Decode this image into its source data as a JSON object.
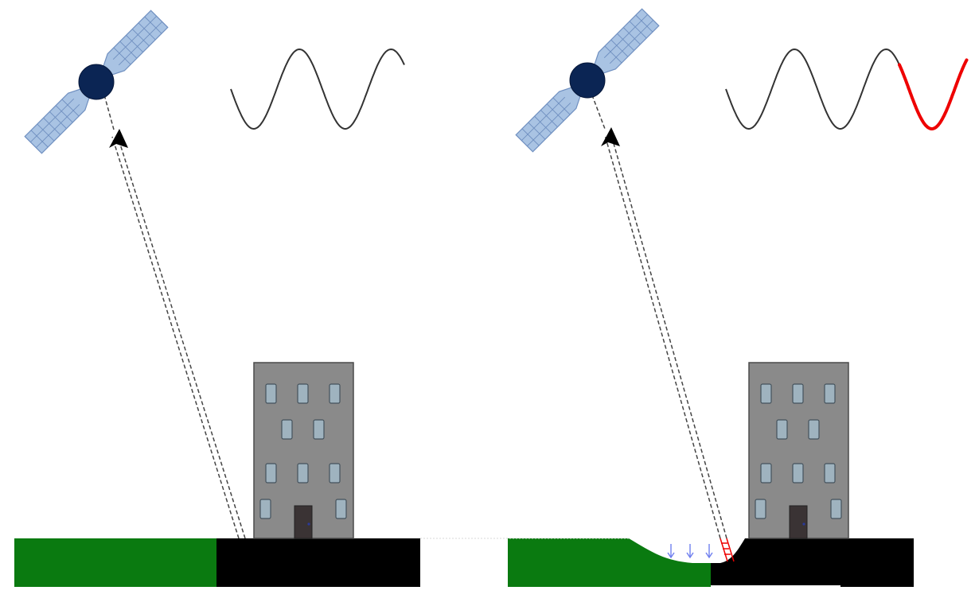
{
  "panels": [
    {
      "id": "before",
      "ground_subsided": false,
      "wave_cycles": 2,
      "wave_phase_shift_cycles": 0
    },
    {
      "id": "after",
      "ground_subsided": true,
      "wave_cycles": 2,
      "wave_phase_shift_cycles": 0.5
    }
  ],
  "colors": {
    "background": "#ffffff",
    "vegetation_ground": "#0a7a10",
    "urban_ground": "#000000",
    "building": "#8a8a8a",
    "building_outline": "#4a4a4a",
    "window": "#9fb3bf",
    "door": "#3a3334",
    "satellite_body": "#0b2554",
    "solar_panel": "#a9c3e3",
    "solar_grid": "#6f8fc0",
    "wave": "#333333",
    "phase_shift": "#ee0000",
    "subsidence_arrow": "#6f7fef",
    "signal_path": "#444444"
  },
  "icons": {
    "satellite": "satellite-icon",
    "building": "building-icon",
    "subsidence_arrow": "down-arrow-icon"
  }
}
